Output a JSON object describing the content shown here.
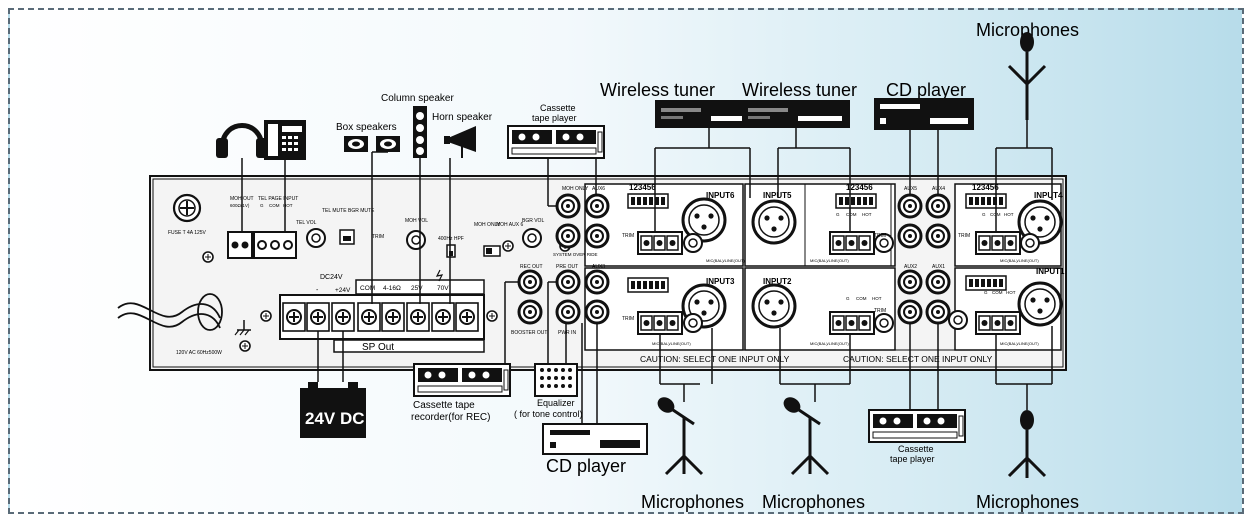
{
  "labels": {
    "microphones": "Microphones",
    "wireless_tuner": "Wireless tuner",
    "cd_player": "CD player",
    "column_speaker": "Column speaker",
    "box_speakers": "Box speakers",
    "horn_speaker": "Horn speaker",
    "cassette_line1": "Cassette",
    "cassette_line2": "tape player",
    "cassette_recorder_line1": "Cassette tape",
    "cassette_recorder_line2": "recorder(for REC)",
    "equalizer_line1": "Equalizer",
    "equalizer_line2": "( for tone control)",
    "battery": "24V DC",
    "caution": "CAUTION: SELECT ONE INPUT ONLY"
  },
  "panel": {
    "fuse": "FUSE T 4A 125V",
    "moh_out": "MOH OUT",
    "moh_out_sub": "600Ω(1V)",
    "tel_page_input": "TEL PAGE INPUT",
    "g": "G",
    "com": "COM",
    "hot": "HOT",
    "tel_vol": "TEL VOL",
    "tel_mute": "TEL MUTE",
    "bgr_mute": "BGR MUTE",
    "moh_vol": "MOH VOL",
    "trim": "TRIM",
    "hpf": "400Hz HPF",
    "moh_only": "MOH ONLY",
    "moh_aux6": "MOH AUX 6",
    "bgr_vol": "BGR VOL",
    "system_over_ride": "SYSTEM OVER RIDE",
    "moh_only_jack": "MOH ONLY",
    "aux": [
      "AUX6",
      "AUX5",
      "AUX4",
      "AUX3",
      "AUX2",
      "AUX1"
    ],
    "inputs": [
      "INPUT6",
      "INPUT5",
      "INPUT4",
      "INPUT3",
      "INPUT2",
      "INPUT1"
    ],
    "dip_numbers": "123456",
    "rec_out": "REC OUT",
    "pre_out": "PRE OUT",
    "pwr_in": "PWR IN",
    "booster_out": "BOOSTER OUT",
    "dc24v": "DC24V",
    "minus": "-",
    "plus24": "+24V",
    "sp_terminals": [
      "COM",
      "4-16Ω",
      "25V",
      "70V"
    ],
    "sp_out": "SP Out",
    "mains": "120V AC 60Hz500W",
    "mic_line_label": "MIC(BAL)/LINE(OUT)"
  },
  "colors": {
    "line": "#111111",
    "panel_fill": "#f4f4f4",
    "gradient_right": "#b7dcea"
  },
  "icons": [
    "headphones-icon",
    "telephone-icon",
    "box-speaker-icon",
    "column-speaker-icon",
    "horn-speaker-icon",
    "microphone-stand-icon",
    "battery-icon",
    "fuse-icon",
    "ground-icon",
    "power-cord-icon"
  ]
}
